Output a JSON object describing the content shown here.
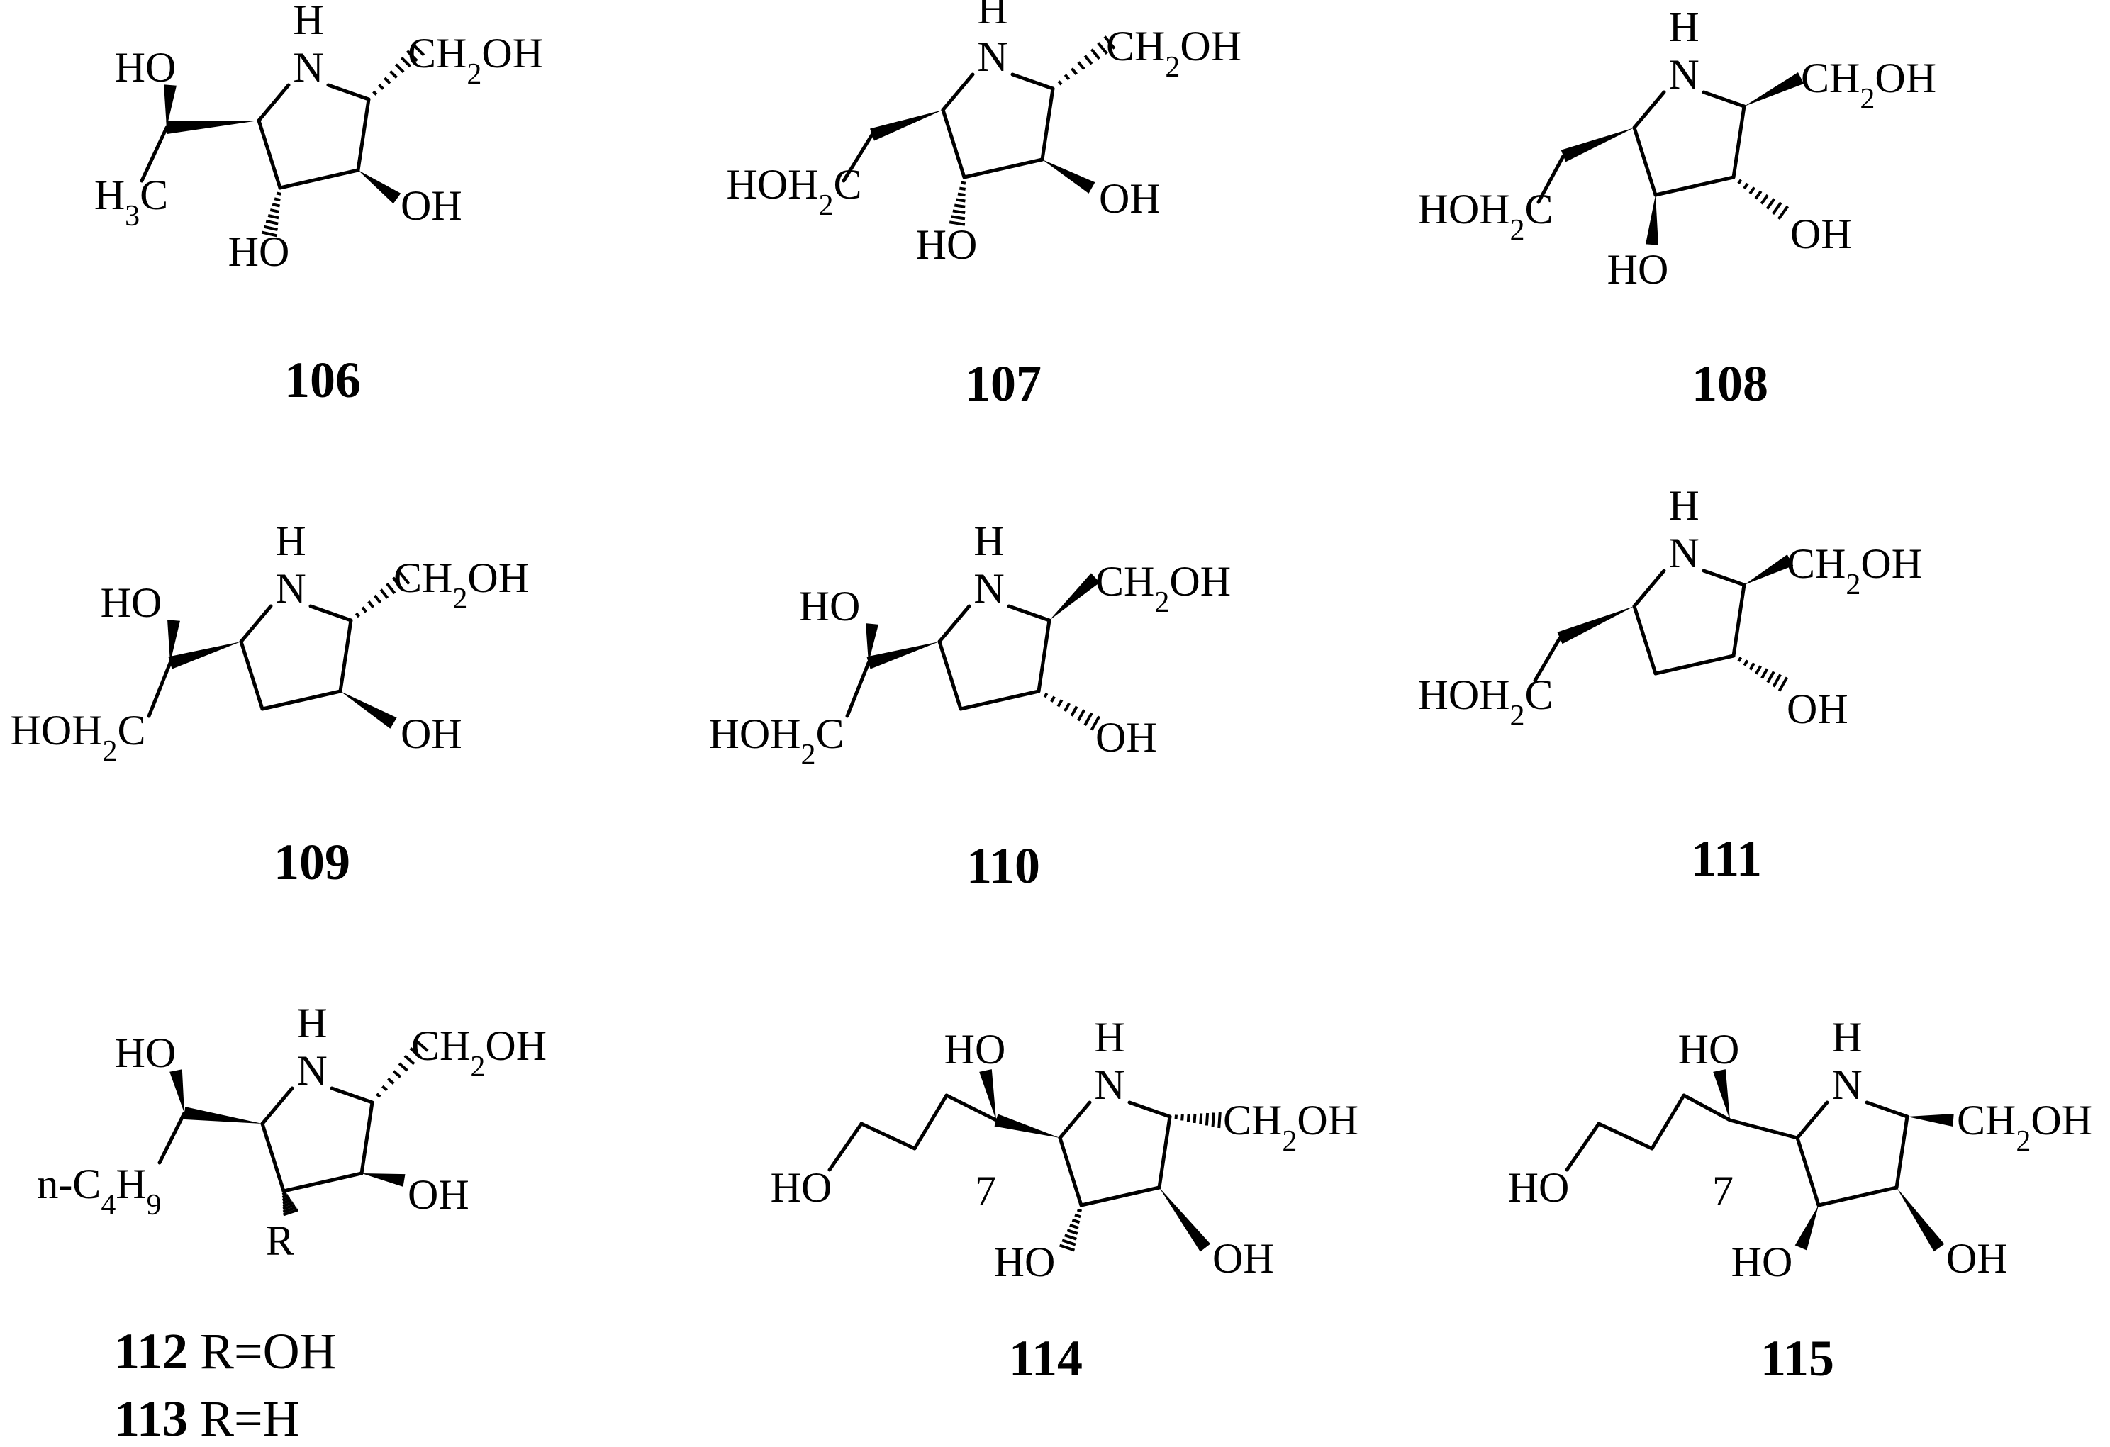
{
  "figure": {
    "compounds": [
      {
        "id": "106",
        "labels": {
          "ho_top": "HO",
          "nh_h": "H",
          "nh_n": "N",
          "ch2oh": "CH2OH",
          "ch3": "H3C",
          "oh_right": "OH",
          "ho_bottom": "HO"
        }
      },
      {
        "id": "107",
        "labels": {
          "nh_h": "H",
          "nh_n": "N",
          "ch2oh": "CH2OH",
          "hoh2c": "HOH2C",
          "oh_right": "OH",
          "ho_bottom": "HO"
        }
      },
      {
        "id": "108",
        "labels": {
          "nh_h": "H",
          "nh_n": "N",
          "ch2oh": "CH2OH",
          "hoh2c": "HOH2C",
          "oh_right": "OH",
          "ho_bottom": "HO"
        }
      },
      {
        "id": "109",
        "labels": {
          "ho_top": "HO",
          "nh_h": "H",
          "nh_n": "N",
          "ch2oh": "CH2OH",
          "hoh2c": "HOH2C",
          "oh_right": "OH"
        }
      },
      {
        "id": "110",
        "labels": {
          "ho_top": "HO",
          "nh_h": "H",
          "nh_n": "N",
          "ch2oh": "CH2OH",
          "hoh2c": "HOH2C",
          "oh_right": "OH"
        }
      },
      {
        "id": "111",
        "labels": {
          "nh_h": "H",
          "nh_n": "N",
          "ch2oh": "CH2OH",
          "hoh2c": "HOH2C",
          "oh_right": "OH"
        }
      },
      {
        "id": "112",
        "labels": {
          "ho_top": "HO",
          "nh_h": "H",
          "nh_n": "N",
          "ch2oh": "CH2OH",
          "butyl": "n-C4H9",
          "oh_right": "OH",
          "r": "R"
        }
      },
      {
        "id": "114",
        "labels": {
          "ho_top": "HO",
          "ho_left": "HO",
          "c7": "7",
          "nh_h": "H",
          "nh_n": "N",
          "ch2oh": "CH2OH",
          "ho_bottom": "HO",
          "oh_right": "OH"
        }
      },
      {
        "id": "115",
        "labels": {
          "ho_top": "HO",
          "ho_left": "HO",
          "c7": "7",
          "nh_h": "H",
          "nh_n": "N",
          "ch2oh": "CH2OH",
          "ho_bottom": "HO",
          "oh_right": "OH"
        }
      }
    ],
    "captions": {
      "c106": "106",
      "c107": "107",
      "c108": "108",
      "c109": "109",
      "c110": "110",
      "c111": "111",
      "c112_num": "112",
      "c112_text": "R=OH",
      "c113_num": "113",
      "c113_text": "R=H",
      "c114": "114",
      "c115": "115"
    }
  }
}
